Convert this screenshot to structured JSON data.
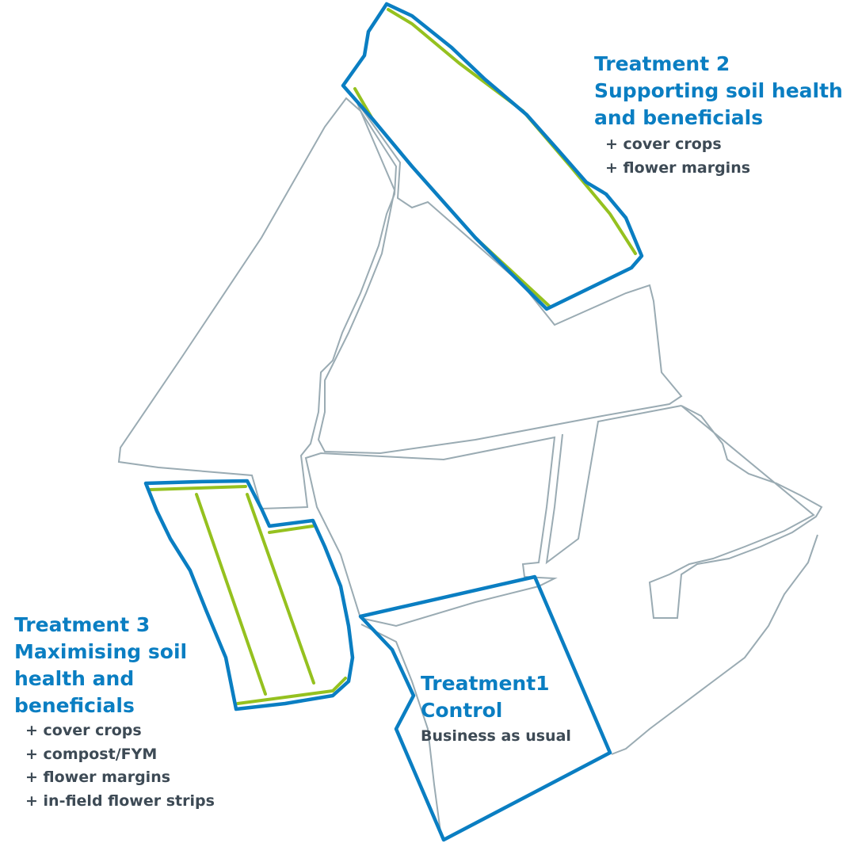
{
  "colors": {
    "treatment_outline": "#0a7ec2",
    "margin_strip": "#95c11f",
    "field_outline": "#9aabb3",
    "text_dark": "#3d4a55"
  },
  "treatments": [
    {
      "title_line1": "Treatment1",
      "title_line2": "Control",
      "subtitle": "Business as usual"
    },
    {
      "title_line1": "Treatment 2",
      "title_line2": "Supporting soil health",
      "title_line3": "and beneficials",
      "items": [
        "+ cover crops",
        "+ flower margins"
      ]
    },
    {
      "title_line1": "Treatment 3",
      "title_line2": "Maximising soil",
      "title_line3": "health and",
      "title_line4": "beneficials",
      "items": [
        "+ cover crops",
        "+ compost/FYM",
        "+ flower margins",
        "+ in-field flower strips"
      ]
    }
  ]
}
